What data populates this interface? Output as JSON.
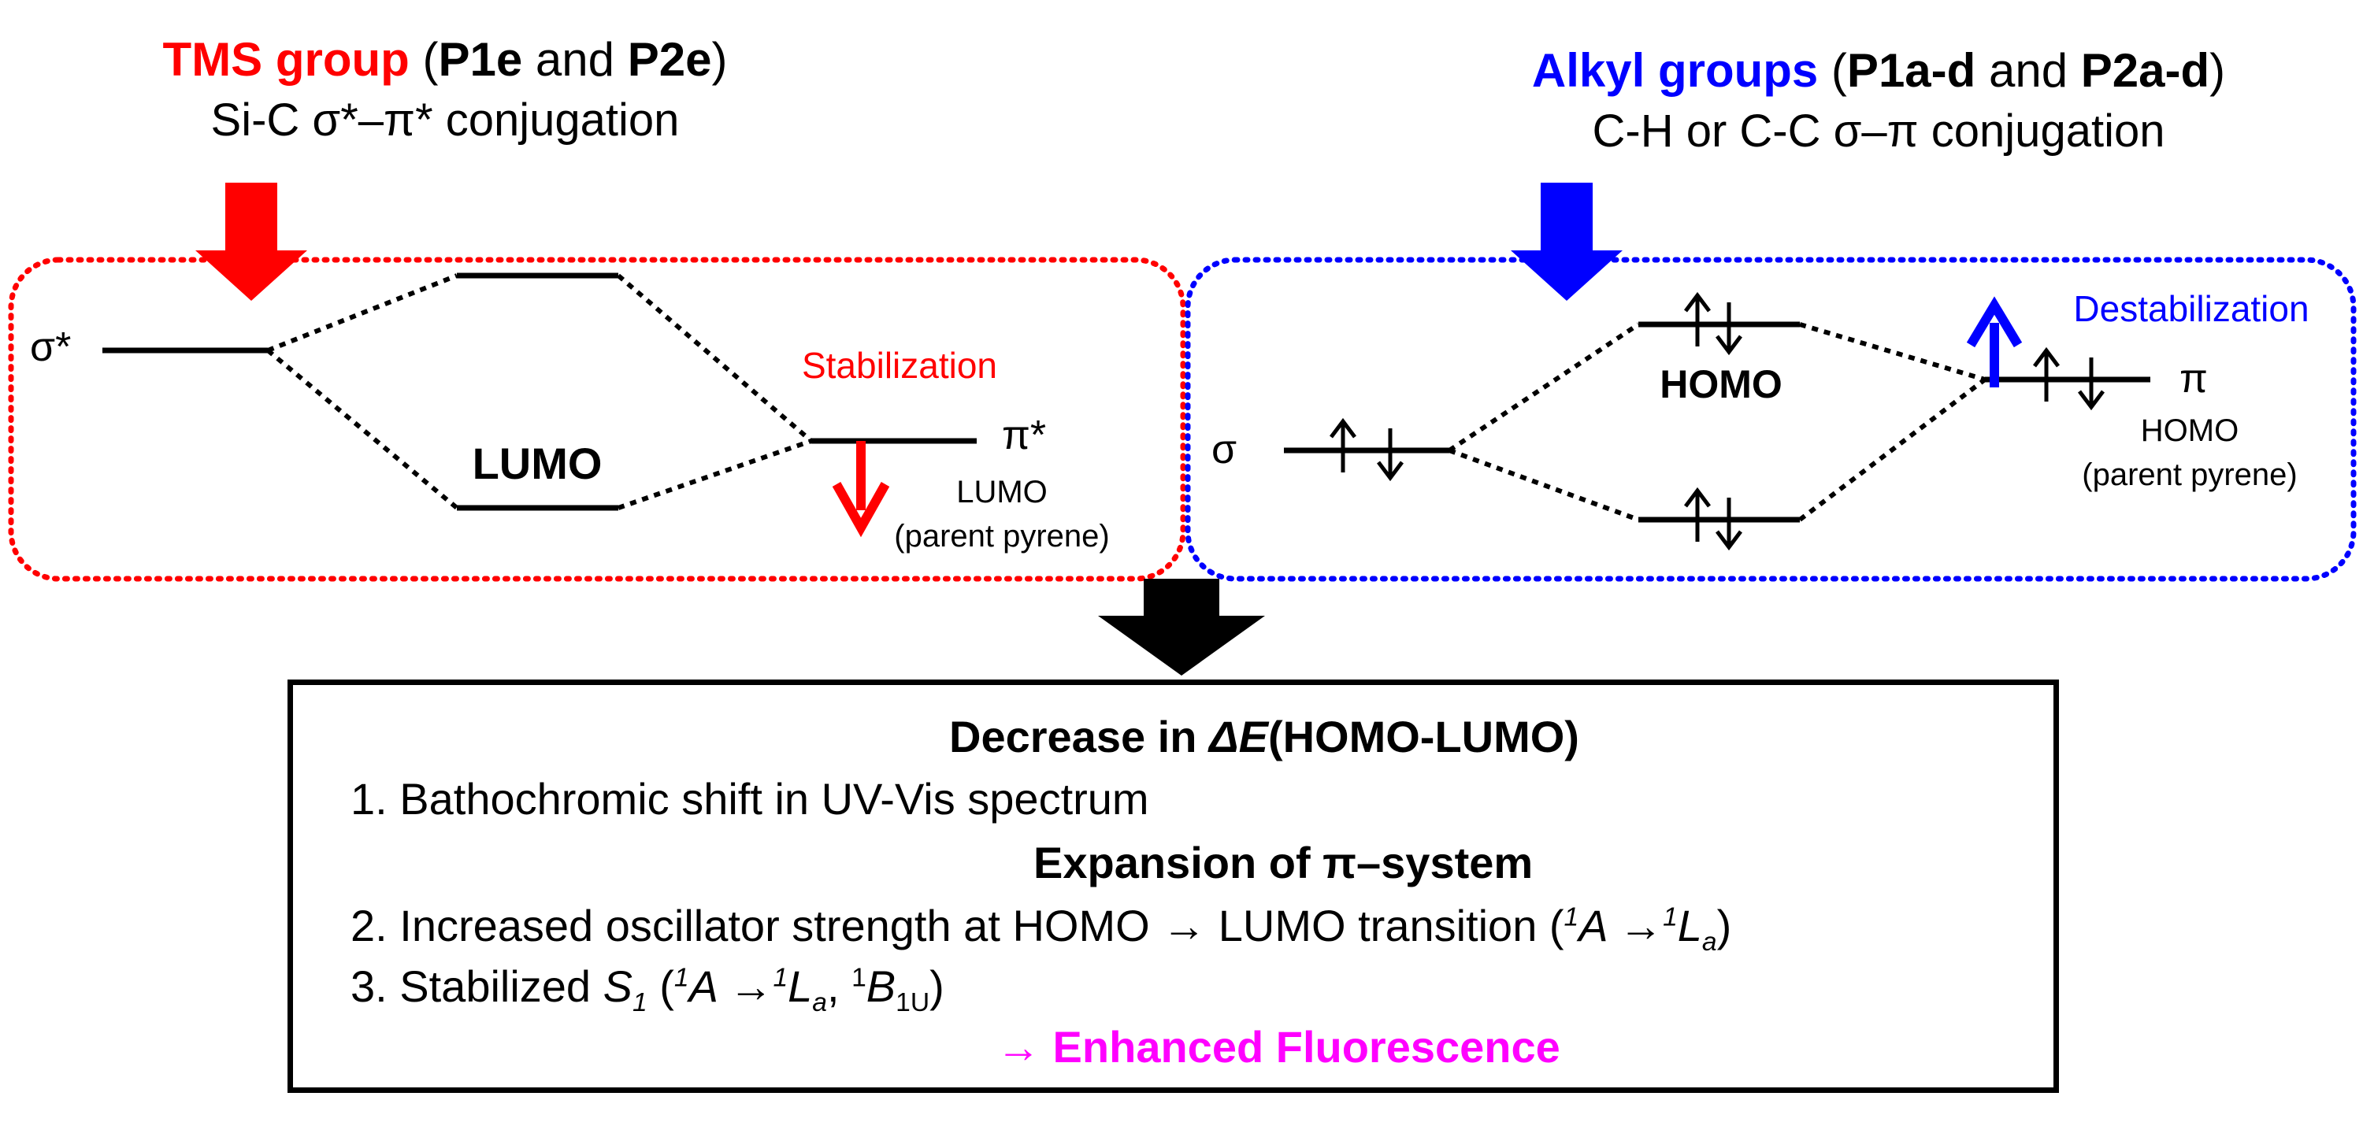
{
  "left": {
    "title_red": "TMS group",
    "title_open": " (",
    "title_p1": "P1e",
    "title_and": " and ",
    "title_p2": "P2e",
    "title_close": ")",
    "subtitle": "Si-C σ*–π* conjugation",
    "sigma_star": "σ*",
    "lumo": "LUMO",
    "stabilization": "Stabilization",
    "pi_star": "π*",
    "lumo_small": "LUMO",
    "parent": "(parent pyrene)",
    "color": "#ff0000"
  },
  "right": {
    "title_blue": "Alkyl groups",
    "title_open": " (",
    "title_p1": "P1a-d",
    "title_and": " and ",
    "title_p2": "P2a-d",
    "title_close": ")",
    "subtitle": "C-H or C-C σ–π conjugation",
    "sigma": "σ",
    "homo": "HOMO",
    "destabilization": "Destabilization",
    "pi": "π",
    "homo_small": "HOMO",
    "parent": "(parent pyrene)",
    "color": "#0000ff"
  },
  "summary": {
    "heading1_pre": "Decrease in ",
    "heading1_delta": "ΔE",
    "heading1_post": "(HOMO-LUMO)",
    "item1": "1. Bathochromic shift in UV-Vis spectrum",
    "heading2": "Expansion of π–system",
    "item2_text": "2. Increased oscillator strength at HOMO → LUMO transition (",
    "item2_sup1": "1",
    "item2_a": "A →",
    "item2_sup2": "1",
    "item2_l": "L",
    "item2_sub": "a",
    "item2_close": ")",
    "item3_text": "3. Stabilized ",
    "item3_s": "S",
    "item3_s_sub": "1",
    "item3_open": " (",
    "item3_sup1": "1",
    "item3_a": "A →",
    "item3_sup2": "1",
    "item3_l": "L",
    "item3_l_sub": "a",
    "item3_comma": ", ",
    "item3_sup3": "1",
    "item3_b": "B",
    "item3_b_sub": "1U",
    "item3_close": ")",
    "result": "→ Enhanced Fluorescence",
    "result_color": "#ff00ff"
  }
}
